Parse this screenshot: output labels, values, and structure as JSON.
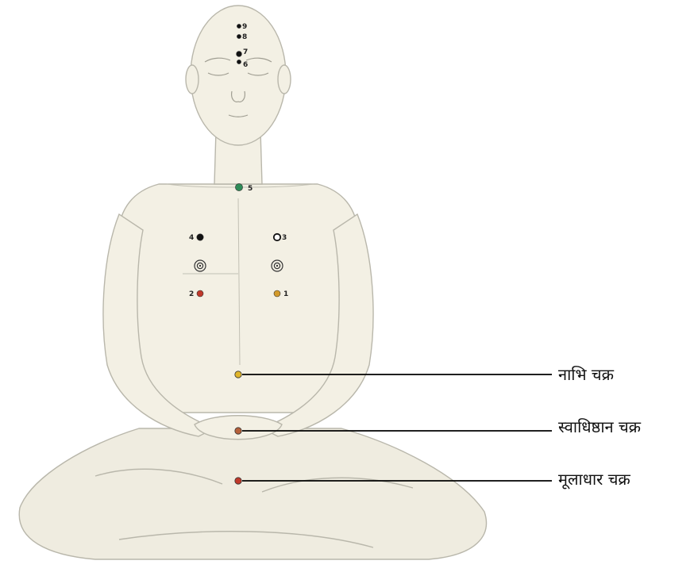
{
  "colors": {
    "skin_fill": "#f3f0e4",
    "skin_stroke": "#b9b7ab",
    "cloth_fill": "#efece0",
    "dot_black": "#111111",
    "dot_green": "#2e8b57",
    "dot_red": "#c0392b",
    "dot_orange": "#d39a2a",
    "dot_yellow": "#e0b52a",
    "dot_brown": "#b5603a",
    "leader_line": "#000000"
  },
  "points": [
    {
      "label": "9",
      "color": "dot_black"
    },
    {
      "label": "8",
      "color": "dot_black"
    },
    {
      "label": "7",
      "color": "dot_black"
    },
    {
      "label": "6",
      "color": "dot_black"
    },
    {
      "label": "5",
      "color": "dot_green"
    },
    {
      "label": "4",
      "color": "dot_black"
    },
    {
      "label": "3",
      "color": "dot_black"
    },
    {
      "label": "2",
      "color": "dot_red"
    },
    {
      "label": "1",
      "color": "dot_orange"
    }
  ],
  "callouts": [
    {
      "label": "नाभि चक्र",
      "color": "dot_yellow"
    },
    {
      "label": "स्वाधिष्ठान चक्र",
      "color": "dot_brown"
    },
    {
      "label": "मूलाधार चक्र",
      "color": "dot_red"
    }
  ]
}
